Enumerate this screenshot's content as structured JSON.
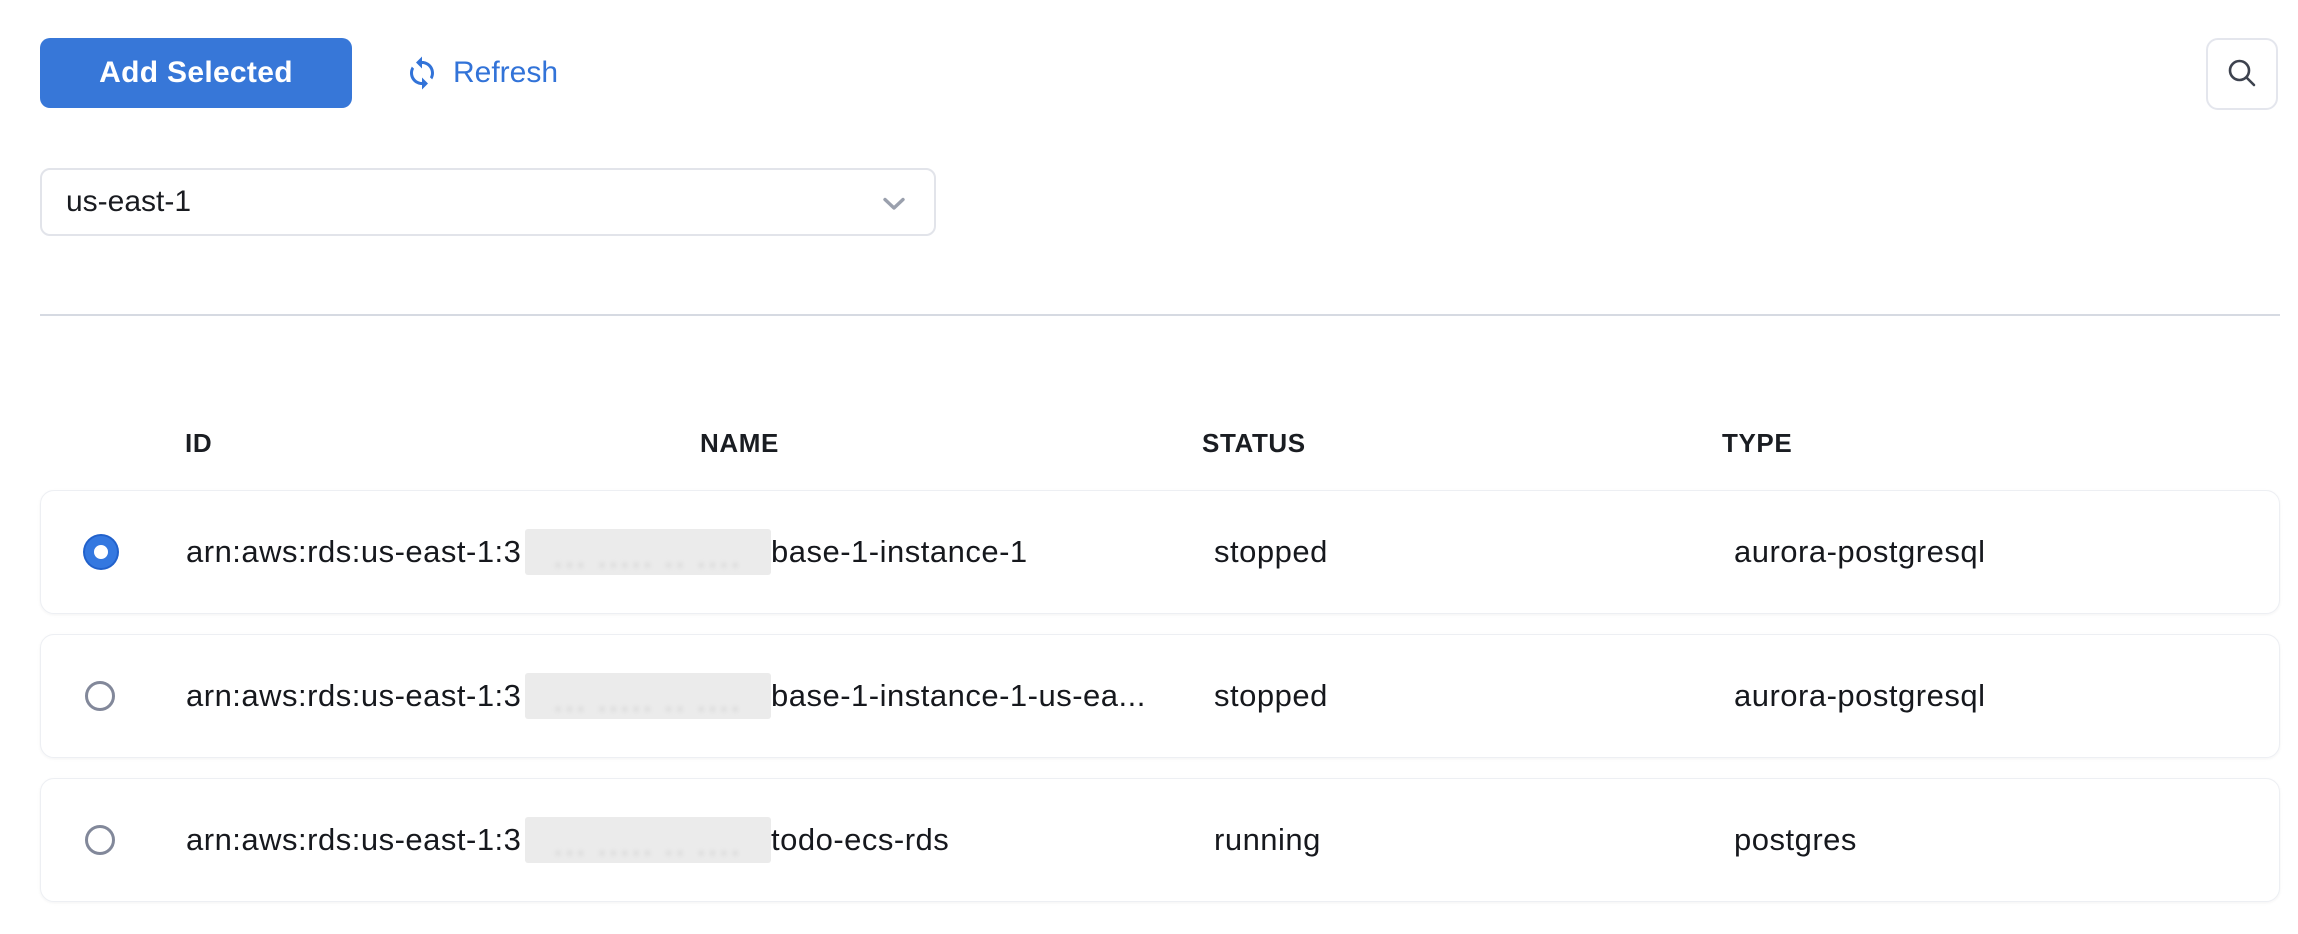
{
  "colors": {
    "primary_button": "#3777d8",
    "link": "#3273d8",
    "selected_radio": "#3478e0"
  },
  "icons": {
    "refresh": "refresh-sync-icon",
    "search": "search-icon",
    "region_chevron": "chevron-down-icon"
  },
  "toolbar": {
    "add_selected_label": "Add Selected",
    "refresh_label": "Refresh"
  },
  "region_select": {
    "value": "us-east-1"
  },
  "table": {
    "columns": [
      "ID",
      "NAME",
      "STATUS",
      "TYPE"
    ],
    "redaction_texture": "··· ····· ·· ····",
    "rows": [
      {
        "selected": true,
        "id_prefix": "arn:aws:rds:us-east-1:3",
        "id_redacted": true,
        "name": "base-1-instance-1",
        "status": "stopped",
        "type": "aurora-postgresql"
      },
      {
        "selected": false,
        "id_prefix": "arn:aws:rds:us-east-1:3",
        "id_redacted": true,
        "name": "base-1-instance-1-us-ea...",
        "status": "stopped",
        "type": "aurora-postgresql"
      },
      {
        "selected": false,
        "id_prefix": "arn:aws:rds:us-east-1:3",
        "id_redacted": true,
        "name": "todo-ecs-rds",
        "status": "running",
        "type": "postgres"
      }
    ]
  }
}
